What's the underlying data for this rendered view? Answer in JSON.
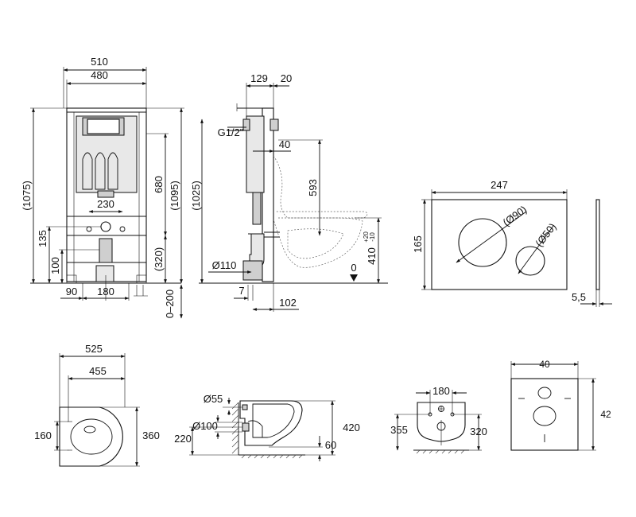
{
  "frame_front": {
    "width_outer": "510",
    "width_inner": "480",
    "height_total": "(1075)",
    "height_frame": "(1095)",
    "height_680": "680",
    "height_320": "(320)",
    "height_135": "135",
    "height_100": "100",
    "pipe_center": "230",
    "offset_90": "90",
    "spacing_180": "180",
    "adjust_range": "0–200"
  },
  "frame_side": {
    "depth_129": "129",
    "depth_20": "20",
    "water_inlet": "G1/2\"",
    "offset_40": "40",
    "height_1025": "(1025)",
    "height_593": "593",
    "height_410": "410",
    "tolerance_plus": "+20",
    "tolerance_minus": "-10",
    "drain_diameter": "Ø110",
    "floor_level": "0",
    "offset_7": "7",
    "offset_102": "102"
  },
  "flush_plate": {
    "width": "247",
    "height": "165",
    "button_large": "(Ø90)",
    "button_small": "(Ø50)",
    "thickness": "5,5"
  },
  "bowl_top": {
    "length_outer": "525",
    "length_inner": "455",
    "width_inner": "160",
    "width_outer": "360"
  },
  "bowl_side": {
    "pipe_55": "Ø55",
    "pipe_100": "Ø100",
    "height_420": "420",
    "height_220": "220",
    "height_60": "60"
  },
  "bowl_back": {
    "bolt_spacing": "180",
    "height_355": "355",
    "height_320": "320"
  },
  "sound_pad": {
    "width": "40",
    "height": "42"
  }
}
